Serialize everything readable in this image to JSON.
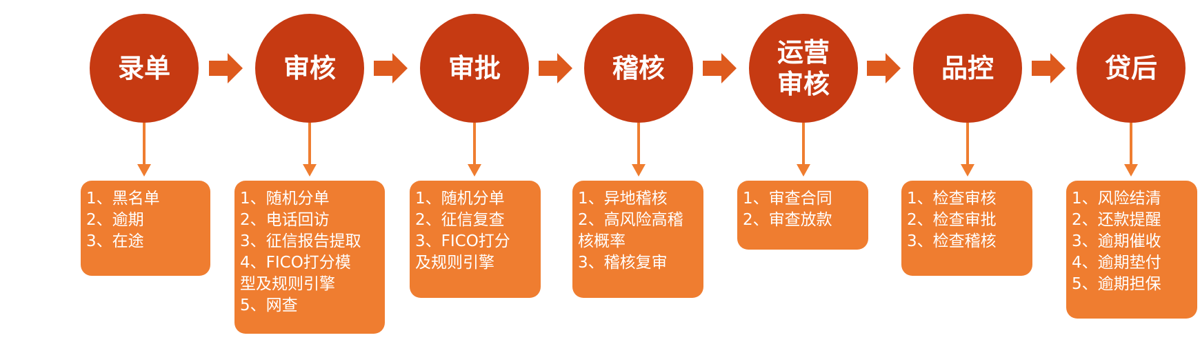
{
  "steps": [
    {
      "title": "录单",
      "details": "1、黑名单\n2、逾期\n3、在途"
    },
    {
      "title": "审核",
      "details": "1、随机分单\n2、电话回访\n3、征信报告提取\n4、FICO打分模\n型及规则引擎\n5、网查"
    },
    {
      "title": "审批",
      "details": "1、随机分单\n2、征信复查\n3、FICO打分\n及规则引擎"
    },
    {
      "title": "稽核",
      "details": "1、异地稽核\n2、高风险高稽\n核概率\n3、稽核复审"
    },
    {
      "title": "运营\n审核",
      "details": "1、审查合同\n2、审查放款"
    },
    {
      "title": "品控",
      "details": "1、检查审核\n2、检查审批\n3、检查稽核"
    },
    {
      "title": "贷后",
      "details": "1、风险结清\n2、还款提醒\n3、逾期催收\n4、逾期垫付\n5、逾期担保"
    }
  ],
  "colors": {
    "circle": "#c63a12",
    "box": "#ef7d30",
    "connector": "#dd5a1d",
    "text": "#ffffff"
  },
  "icons": {
    "connector": "right-arrow-icon",
    "stem": "down-arrow-icon"
  }
}
